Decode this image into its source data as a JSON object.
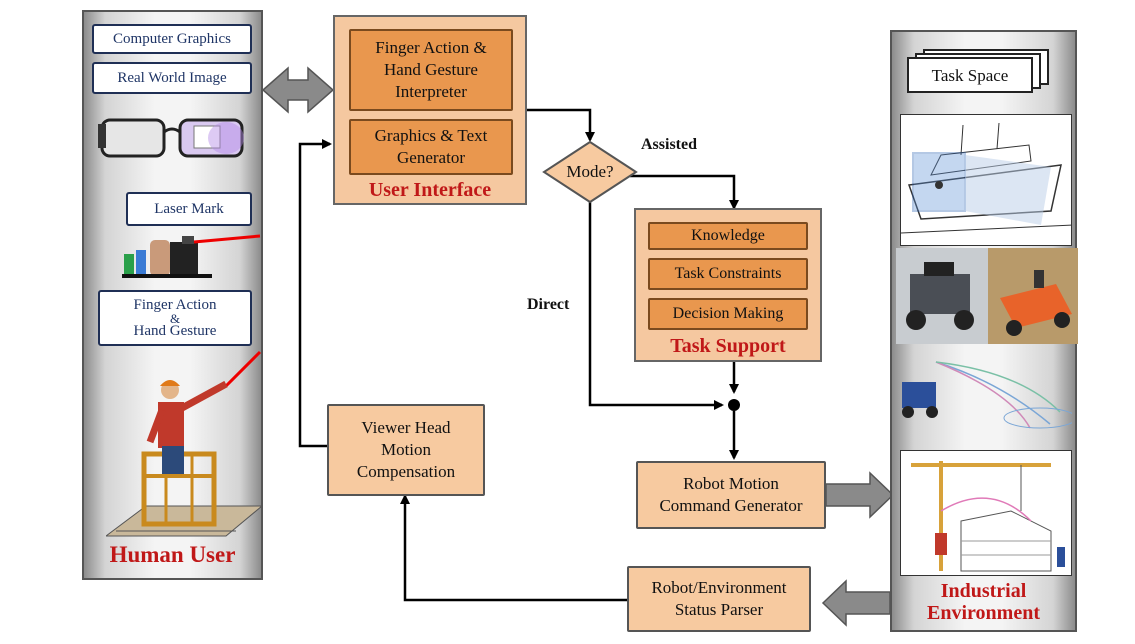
{
  "human_panel": {
    "title": "Human User",
    "items": [
      "Computer Graphics",
      "Real World Image",
      "Laser Mark"
    ],
    "finger": {
      "line1": "Finger Action",
      "line2": "&",
      "line3": "Hand Gesture"
    }
  },
  "user_interface": {
    "title": "User Interface",
    "interpreter": {
      "line1": "Finger Action &",
      "line2": "Hand Gesture",
      "line3": "Interpreter"
    },
    "generator": {
      "line1": "Graphics & Text",
      "line2": "Generator"
    }
  },
  "mode": {
    "label": "Mode?",
    "assisted": "Assisted",
    "direct": "Direct"
  },
  "task_support": {
    "title": "Task Support",
    "items": [
      "Knowledge",
      "Task Constraints",
      "Decision Making"
    ]
  },
  "viewer_head": {
    "line1": "Viewer Head",
    "line2": "Motion",
    "line3": "Compensation"
  },
  "robot_motion": {
    "line1": "Robot Motion",
    "line2": "Command Generator"
  },
  "status_parser": {
    "line1": "Robot/Environment",
    "line2": "Status Parser"
  },
  "industrial_panel": {
    "task_space": "Task Space",
    "title_line1": "Industrial",
    "title_line2": "Environment"
  }
}
